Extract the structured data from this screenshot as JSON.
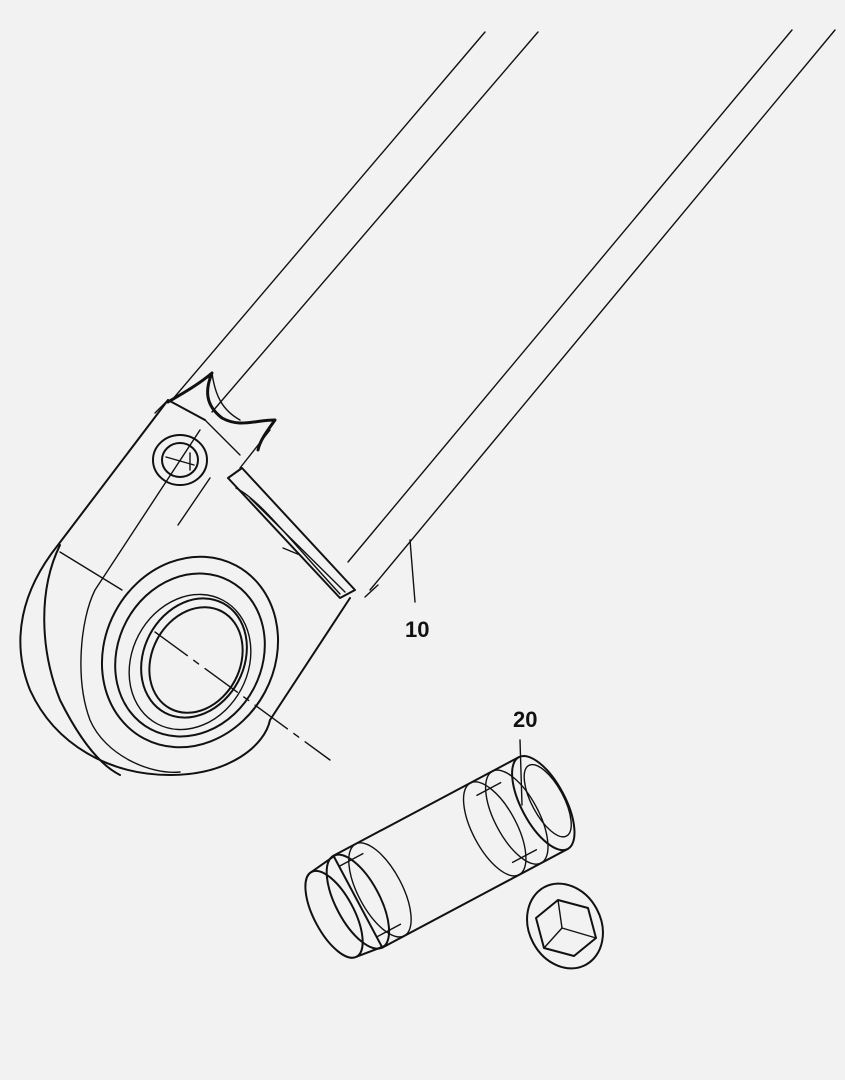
{
  "diagram": {
    "background": "#f2f2f2",
    "line_color": "#111111",
    "parts": [
      {
        "ref": "10",
        "label": "10"
      },
      {
        "ref": "20",
        "label": "20"
      }
    ]
  }
}
